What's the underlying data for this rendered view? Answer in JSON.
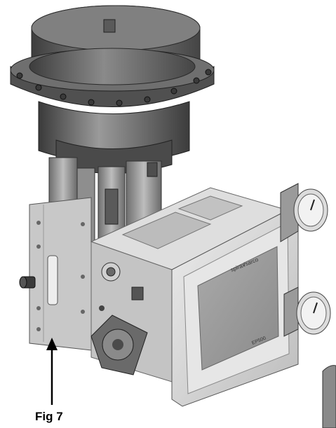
{
  "figure": {
    "caption": "Fig 7",
    "brand_line1": "spirax",
    "brand_line2": "/sarco",
    "model": "EP500"
  },
  "colors": {
    "body_dark": "#4a4a4a",
    "body_mid": "#7a7a7a",
    "body_light": "#b5b5b5",
    "housing": "#d9d9d9",
    "housing_edge": "#8c8c8c",
    "screen": "#9a9a9a",
    "arrow": "#000000"
  },
  "icons": [
    "pressure-gauge-icon",
    "arrow-up-icon"
  ]
}
